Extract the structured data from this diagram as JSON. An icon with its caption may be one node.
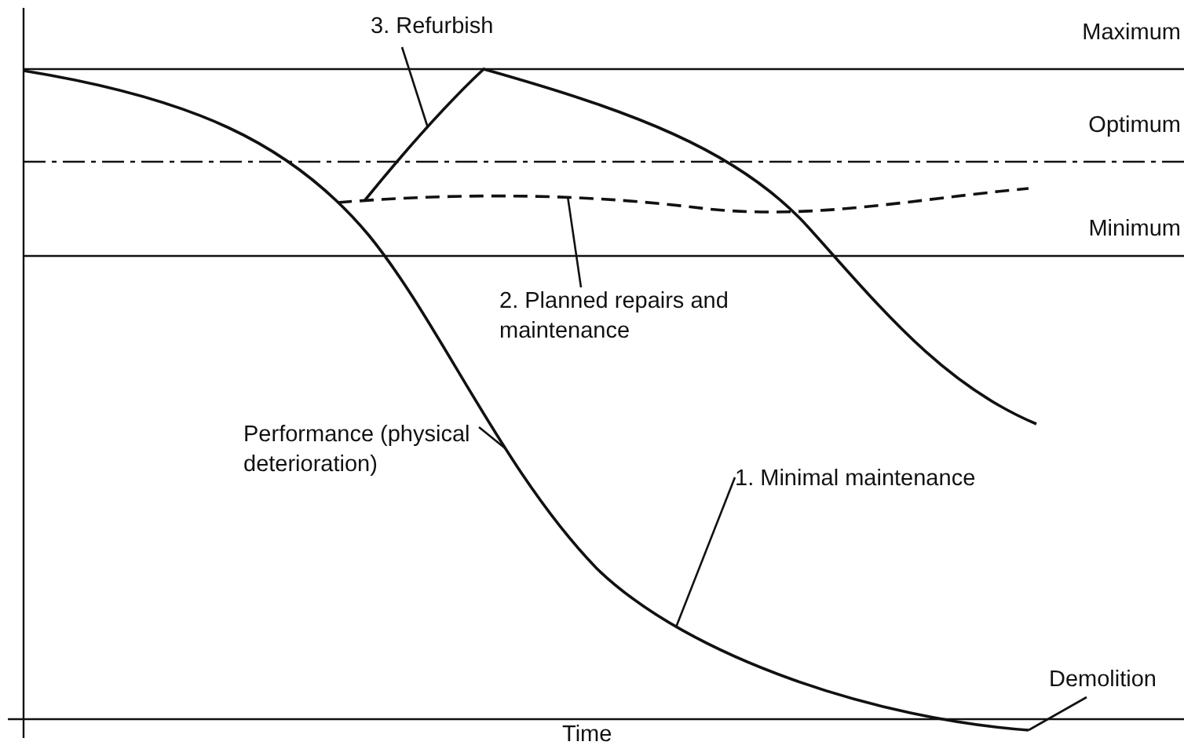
{
  "diagram": {
    "nodes": [
      {
        "text": [
          "3. Refurbish"
        ]
      },
      {
        "text": [
          "2. Planned repairs and maintenance"
        ]
      },
      {
        "text": [
          "Performance (physical deterioration)"
        ]
      },
      {
        "text": [
          "1. Minimal maintenance"
        ]
      },
      {
        "text": [
          "Demolition"
        ]
      }
    ],
    "edges": [
      {
        "from": 0,
        "to": null,
        "arrow": "none"
      },
      {
        "from": 1,
        "to": null,
        "arrow": "none"
      },
      {
        "from": 2,
        "to": null,
        "arrow": "none"
      },
      {
        "from": 3,
        "to": null,
        "arrow": "none"
      },
      {
        "from": 4,
        "to": null,
        "arrow": "none"
      }
    ],
    "labels": [
      "Maximum",
      "Optimum",
      "Minimum",
      "Time"
    ]
  }
}
